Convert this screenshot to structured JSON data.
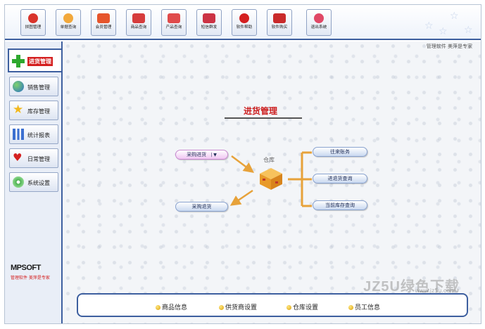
{
  "toolbar": {
    "buttons": [
      {
        "label": "拼图管理",
        "icon": "pie-icon",
        "color": "#d9342b"
      },
      {
        "label": "单据查询",
        "icon": "magnifier-icon",
        "color": "#f2a83b"
      },
      {
        "label": "会员管理",
        "icon": "members-icon",
        "color": "#e6552c"
      },
      {
        "label": "商品查询",
        "icon": "goods-icon",
        "color": "#d63c3c"
      },
      {
        "label": "产品查询",
        "icon": "product-icon",
        "color": "#e04b4b"
      },
      {
        "label": "短信群发",
        "icon": "envelope-icon",
        "color": "#cc3344"
      },
      {
        "label": "软件帮助",
        "icon": "help-icon",
        "color": "#d42020"
      },
      {
        "label": "软件购买",
        "icon": "yen-icon",
        "color": "#c92a2a"
      },
      {
        "label": "退出系统",
        "icon": "exit-icon",
        "color": "#e04866"
      }
    ]
  },
  "sidebar": {
    "active": {
      "label": "进货管理",
      "icon": "plus-icon"
    },
    "items": [
      {
        "label": "销售管理",
        "icon": "globe-icon"
      },
      {
        "label": "库存管理",
        "icon": "star-icon"
      },
      {
        "label": "统计报表",
        "icon": "bar-chart-icon"
      },
      {
        "label": "日常管理",
        "icon": "heart-icon"
      },
      {
        "label": "系统设置",
        "icon": "disc-icon"
      }
    ],
    "logo": "MPSOFT",
    "logo_sub": "管理软件 美萍是专家"
  },
  "main": {
    "motto": "管理软件 美萍是专家",
    "title": "进货管理",
    "warehouse": "仓库",
    "purchase_in": "采购进货",
    "purchase_return": "采购退货",
    "accounts": "往来账务",
    "in_return_query": "进退货查询",
    "stock_query": "当前库存查询",
    "bottom": [
      "商品信息",
      "供货商设置",
      "仓库设置",
      "员工信息"
    ]
  },
  "watermark": "JZ5U绿色下载",
  "watermark_sub": "www.jz5u.com"
}
